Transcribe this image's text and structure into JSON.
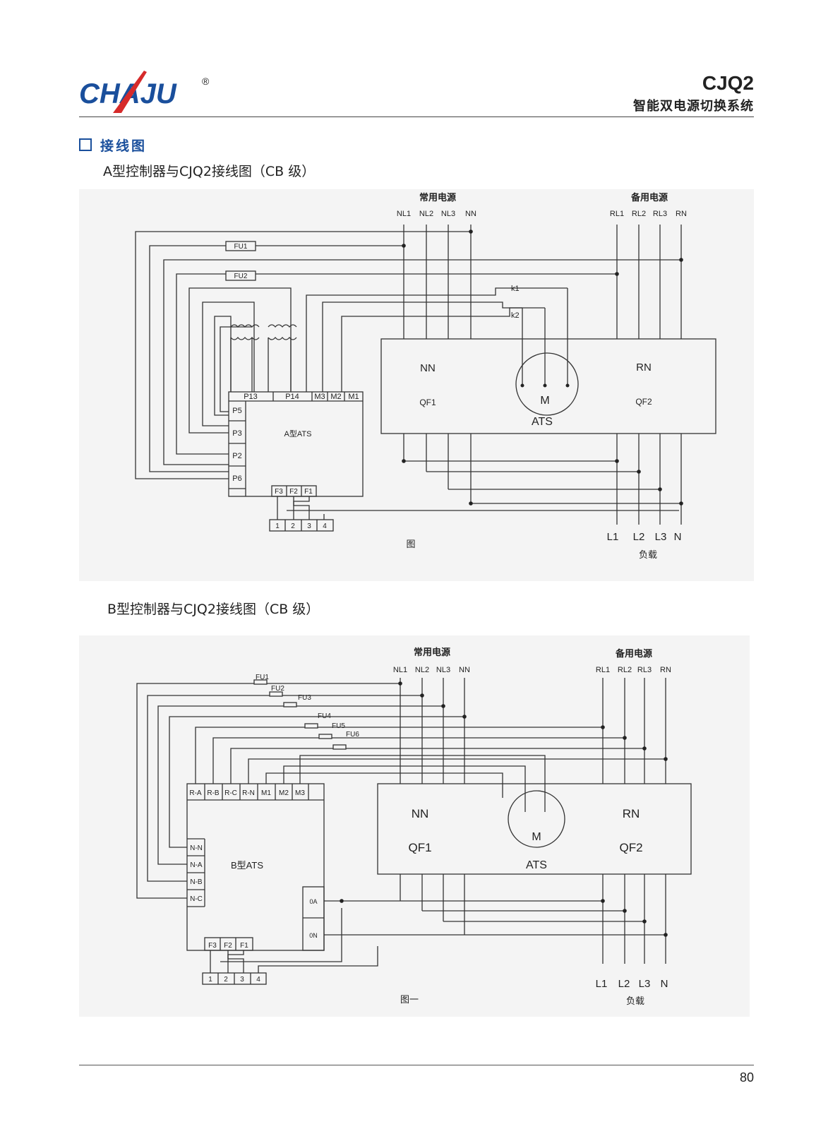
{
  "header": {
    "logo_text": "CHAJU",
    "logo_mark": "®",
    "model": "CJQ2",
    "subtitle": "智能双电源切换系统"
  },
  "section": {
    "title": "接线图"
  },
  "diagramA": {
    "caption": "A型控制器与CJQ2接线图（CB 级）",
    "normal_source": "常用电源",
    "backup_source": "备用电源",
    "normal_lines": [
      "NL1",
      "NL2",
      "NL3",
      "NN"
    ],
    "backup_lines": [
      "RL1",
      "RL2",
      "RL3",
      "RN"
    ],
    "fuses": [
      "FU1",
      "FU2"
    ],
    "relays": [
      "k1",
      "k2"
    ],
    "top_terminals": [
      "P13",
      "P14",
      "M3",
      "M2",
      "M1"
    ],
    "left_terminals": [
      "P5",
      "P3",
      "P2",
      "P6"
    ],
    "fuse_terminals": [
      "F3",
      "F2",
      "F1"
    ],
    "bottom_terminals": [
      "1",
      "2",
      "3",
      "4"
    ],
    "controller": "A型ATS",
    "switch_nn": "NN",
    "switch_qf1": "QF1",
    "switch_rn": "RN",
    "switch_qf2": "QF2",
    "motor": "M",
    "ats": "ATS",
    "loads": [
      "L1",
      "L2",
      "L3",
      "N"
    ],
    "load_label": "负载",
    "figure": "图"
  },
  "diagramB": {
    "caption": "B型控制器与CJQ2接线图（CB 级）",
    "normal_source": "常用电源",
    "backup_source": "备用电源",
    "normal_lines": [
      "NL1",
      "NL2",
      "NL3",
      "NN"
    ],
    "backup_lines": [
      "RL1",
      "RL2",
      "RL3",
      "RN"
    ],
    "fuses": [
      "FU1",
      "FU2",
      "FU3",
      "FU4",
      "FU5",
      "FU6"
    ],
    "top_terminals": [
      "R-A",
      "R-B",
      "R-C",
      "R-N",
      "M1",
      "M2",
      "M3"
    ],
    "left_terminals": [
      "N-N",
      "N-A",
      "N-B",
      "N-C"
    ],
    "right_terminals": [
      "0A",
      "0N"
    ],
    "fuse_terminals": [
      "F3",
      "F2",
      "F1"
    ],
    "bottom_terminals": [
      "1",
      "2",
      "3",
      "4"
    ],
    "controller": "B型ATS",
    "switch_nn": "NN",
    "switch_qf1": "QF1",
    "switch_rn": "RN",
    "switch_qf2": "QF2",
    "motor": "M",
    "ats": "ATS",
    "loads": [
      "L1",
      "L2",
      "L3",
      "N"
    ],
    "load_label": "负载",
    "figure": "图一"
  },
  "footer": {
    "page_number": "80"
  },
  "colors": {
    "brand_blue": "#1a4f9c",
    "brand_red": "#d62a2a"
  }
}
